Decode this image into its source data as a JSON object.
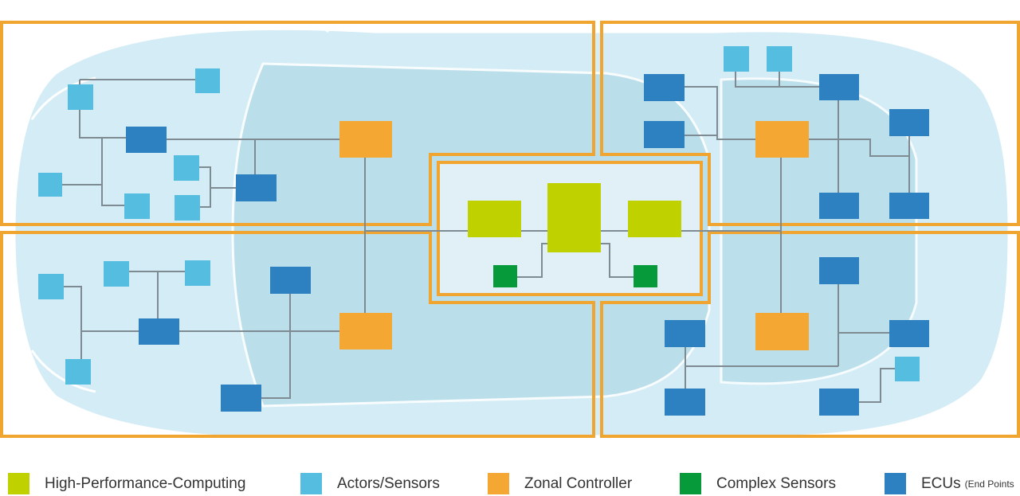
{
  "colors": {
    "hpc": "#bfd200",
    "actor_sensor": "#55bde0",
    "zonal_controller": "#f4a833",
    "complex_sensor": "#079a3a",
    "ecu": "#2e81c1",
    "zone_border": "#f0a531",
    "wire": "#7f8b93",
    "car_body": "#d3ecf5",
    "car_outline": "#ffffff",
    "cabin": "#b7dcea"
  },
  "diagram": {
    "zones": [
      "front-left-zone",
      "front-right-zone",
      "rear-left-zone",
      "rear-right-zone",
      "central-compute-zone"
    ],
    "icons": [
      "car-body-icon"
    ]
  },
  "legend": [
    {
      "key": "hpc",
      "label": "High-Performance-Computing",
      "sub": ""
    },
    {
      "key": "actor_sensor",
      "label": "Actors/Sensors",
      "sub": ""
    },
    {
      "key": "zonal_controller",
      "label": "Zonal Controller",
      "sub": ""
    },
    {
      "key": "complex_sensor",
      "label": "Complex Sensors",
      "sub": ""
    },
    {
      "key": "ecu",
      "label": "ECUs",
      "sub": "(End Points"
    }
  ]
}
